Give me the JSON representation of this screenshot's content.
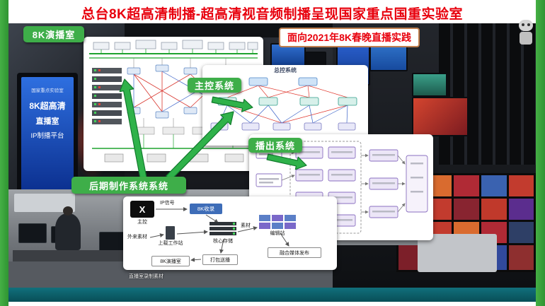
{
  "title": "总台8K超高清制播-超高清视音频制播呈现国家重点国重实验室",
  "badges": {
    "studio": "8K演播室",
    "practice": "面向2021年8K春晚直播实践",
    "master_control": "主控系统",
    "broadcast": "播出系统",
    "post_production": "后期制作系统系统"
  },
  "diagrams": {
    "master_title": "总控系统"
  },
  "monitor_screen": {
    "line1": "国家重点实验室",
    "line2": "8K超高清",
    "line3": "直播室",
    "line4": "IP制播平台"
  },
  "workflow": {
    "x_logo": "X",
    "master": "主控",
    "ip_signal": "IP信号",
    "record": "8K收录",
    "external_material": "外来素材",
    "upload_station": "上载工作站",
    "core_storage": "核心存储",
    "material": "素材",
    "edit_station": "编辑站",
    "media_publish": "融合媒体发布",
    "package_send": "打包送播",
    "studio_send": "8K演播室"
  },
  "captions": {
    "record_material": "直播室录制素材"
  },
  "colors": {
    "accent_green": "#3eae49",
    "frame_green": "#3aa43a",
    "title_red": "#e8000d",
    "teal_bar": "#0d6d74"
  }
}
